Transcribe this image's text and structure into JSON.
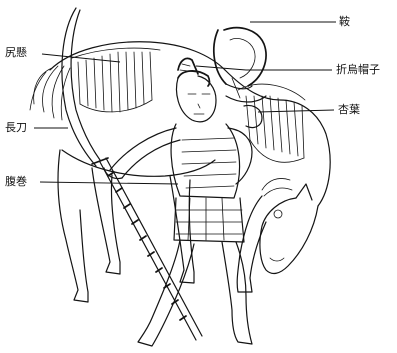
{
  "labels": {
    "kura": "鞍",
    "shirizaya": "尻懸",
    "eboshi": "折烏帽子",
    "naginata": "長刀",
    "gyoyo": "杏葉",
    "haramaki": "腹巻"
  },
  "colors": {
    "ink": "#141414",
    "paper": "#ffffff"
  }
}
